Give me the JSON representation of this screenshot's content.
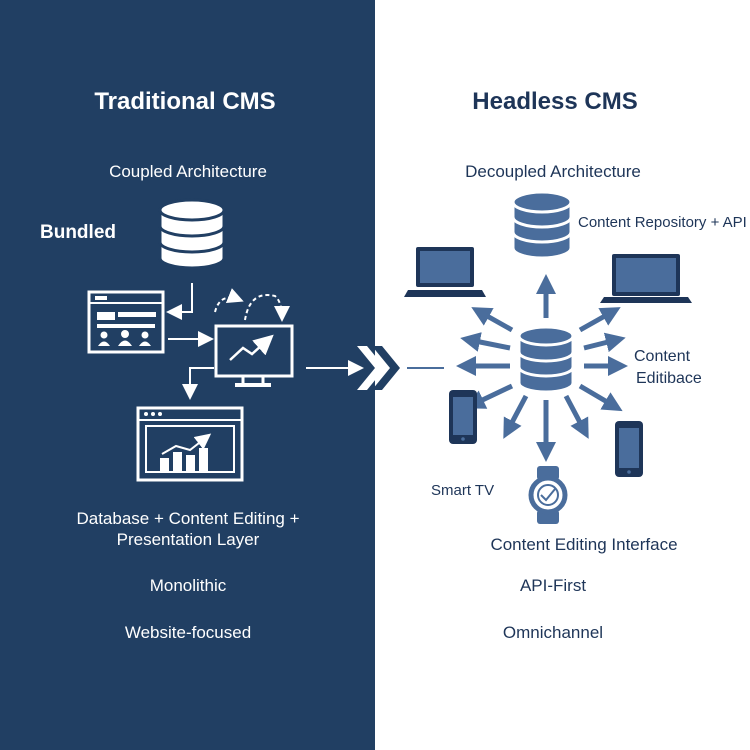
{
  "traditional": {
    "title": "Traditional CMS",
    "subtitle": "Coupled Architecture",
    "bundled": "Bundled",
    "layers_line1": "Database + Content Editing +",
    "layers_line2": "Presentation Layer",
    "trait1": "Monolithic",
    "trait2": "Website-focused"
  },
  "headless": {
    "title": "Headless CMS",
    "subtitle": "Decoupled Architecture",
    "repo_label": "Content Repository + API",
    "content_label_line1": "Content",
    "content_label_line2": "Editibace",
    "smart_tv": "Smart TV",
    "editing_interface": "Content Editing Interface",
    "trait1": "API-First",
    "trait2": "Omnichannel"
  },
  "colors": {
    "left_bg": "#213f63",
    "right_bg": "#ffffff",
    "icon_blue": "#4a6d9c",
    "dark_text": "#1e3558"
  }
}
